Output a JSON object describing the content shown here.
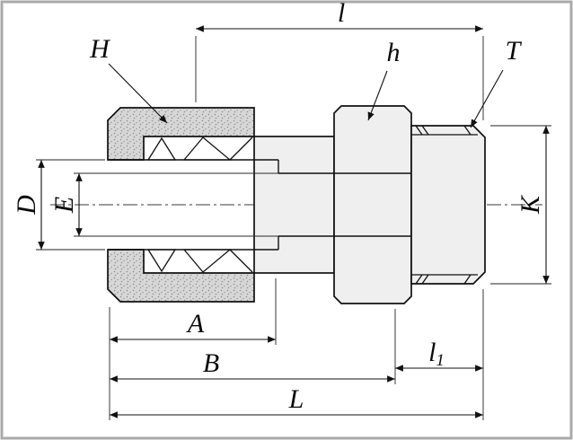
{
  "drawing": {
    "description": "Cross-section dimension drawing of a compression tube fitting male connector",
    "labels": {
      "l": "l",
      "H": "H",
      "h": "h",
      "T": "T",
      "D": "D",
      "E": "E",
      "K": "K",
      "A": "A",
      "B": "B",
      "l1_main": "l",
      "l1_sub": "1",
      "L": "L"
    },
    "colors": {
      "line": "#111111",
      "body_fill": "#efefef",
      "nut_fill": "#d7d7d7",
      "frame_border": "#a9a9a9",
      "background": "#ffffff"
    }
  }
}
